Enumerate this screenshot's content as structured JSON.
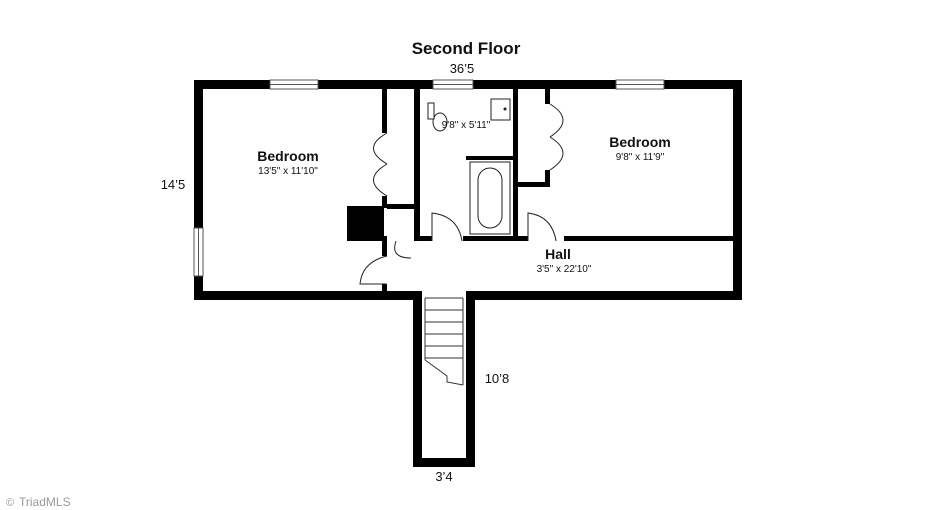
{
  "title": "Second Floor",
  "dimensions": {
    "top": "36’5",
    "left": "14’5",
    "stair_side": "10’8",
    "stair_bottom": "3’4"
  },
  "rooms": [
    {
      "name": "Bedroom",
      "size": "13'5\" x 11'10\""
    },
    {
      "name": "",
      "size": "9'8\" x 5'11\""
    },
    {
      "name": "Bedroom",
      "size": "9'8\" x 11'9\""
    },
    {
      "name": "Hall",
      "size": "3'5\" x 22'10\""
    }
  ],
  "credit": "TriadMLS",
  "colors": {
    "wall": "#000000",
    "text": "#111111",
    "credit": "#9a9a9a"
  }
}
